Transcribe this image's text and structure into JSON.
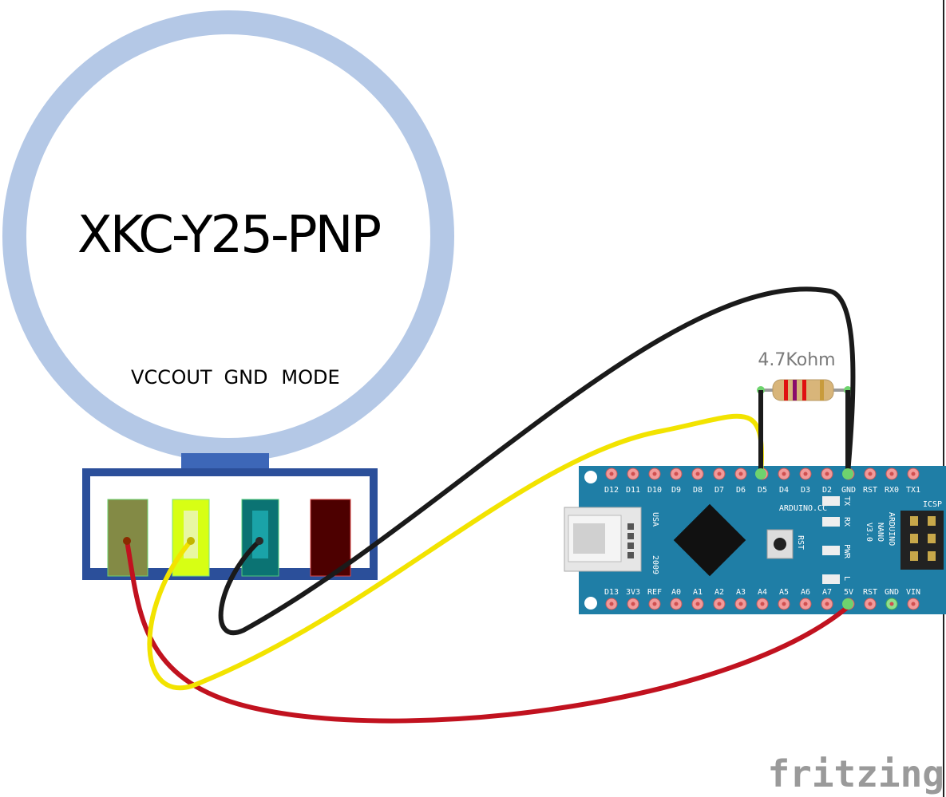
{
  "sensor": {
    "title": "XKC-Y25-PNP",
    "pins": [
      "VCC",
      "OUT",
      "GND",
      "MODE"
    ]
  },
  "resistor": {
    "label": "4.7Kohm"
  },
  "arduino": {
    "top_pins": [
      "D12",
      "D11",
      "D10",
      "D9",
      "D8",
      "D7",
      "D6",
      "D5",
      "D4",
      "D3",
      "D2",
      "GND",
      "RST",
      "RX0",
      "TX1"
    ],
    "bottom_pins": [
      "D13",
      "3V3",
      "REF",
      "A0",
      "A1",
      "A2",
      "A3",
      "A4",
      "A5",
      "A6",
      "A7",
      "5V",
      "RST",
      "GND",
      "VIN"
    ],
    "led_labels": [
      "TX",
      "RX",
      "PWR",
      "L"
    ],
    "board_text": [
      "ARDUINO.CC",
      "ARDUINO",
      "NANO",
      "V3.0"
    ],
    "usb_text": [
      "USA",
      "2009"
    ],
    "rst_label": "RST",
    "icsp_label": "ICSP"
  },
  "brand": "fritzing",
  "colors": {
    "ring": "#b4c8e6",
    "board": "#1f7ea6",
    "wire_red": "#c1121f",
    "wire_yellow": "#f2e300",
    "wire_black": "#1a1a1a"
  }
}
